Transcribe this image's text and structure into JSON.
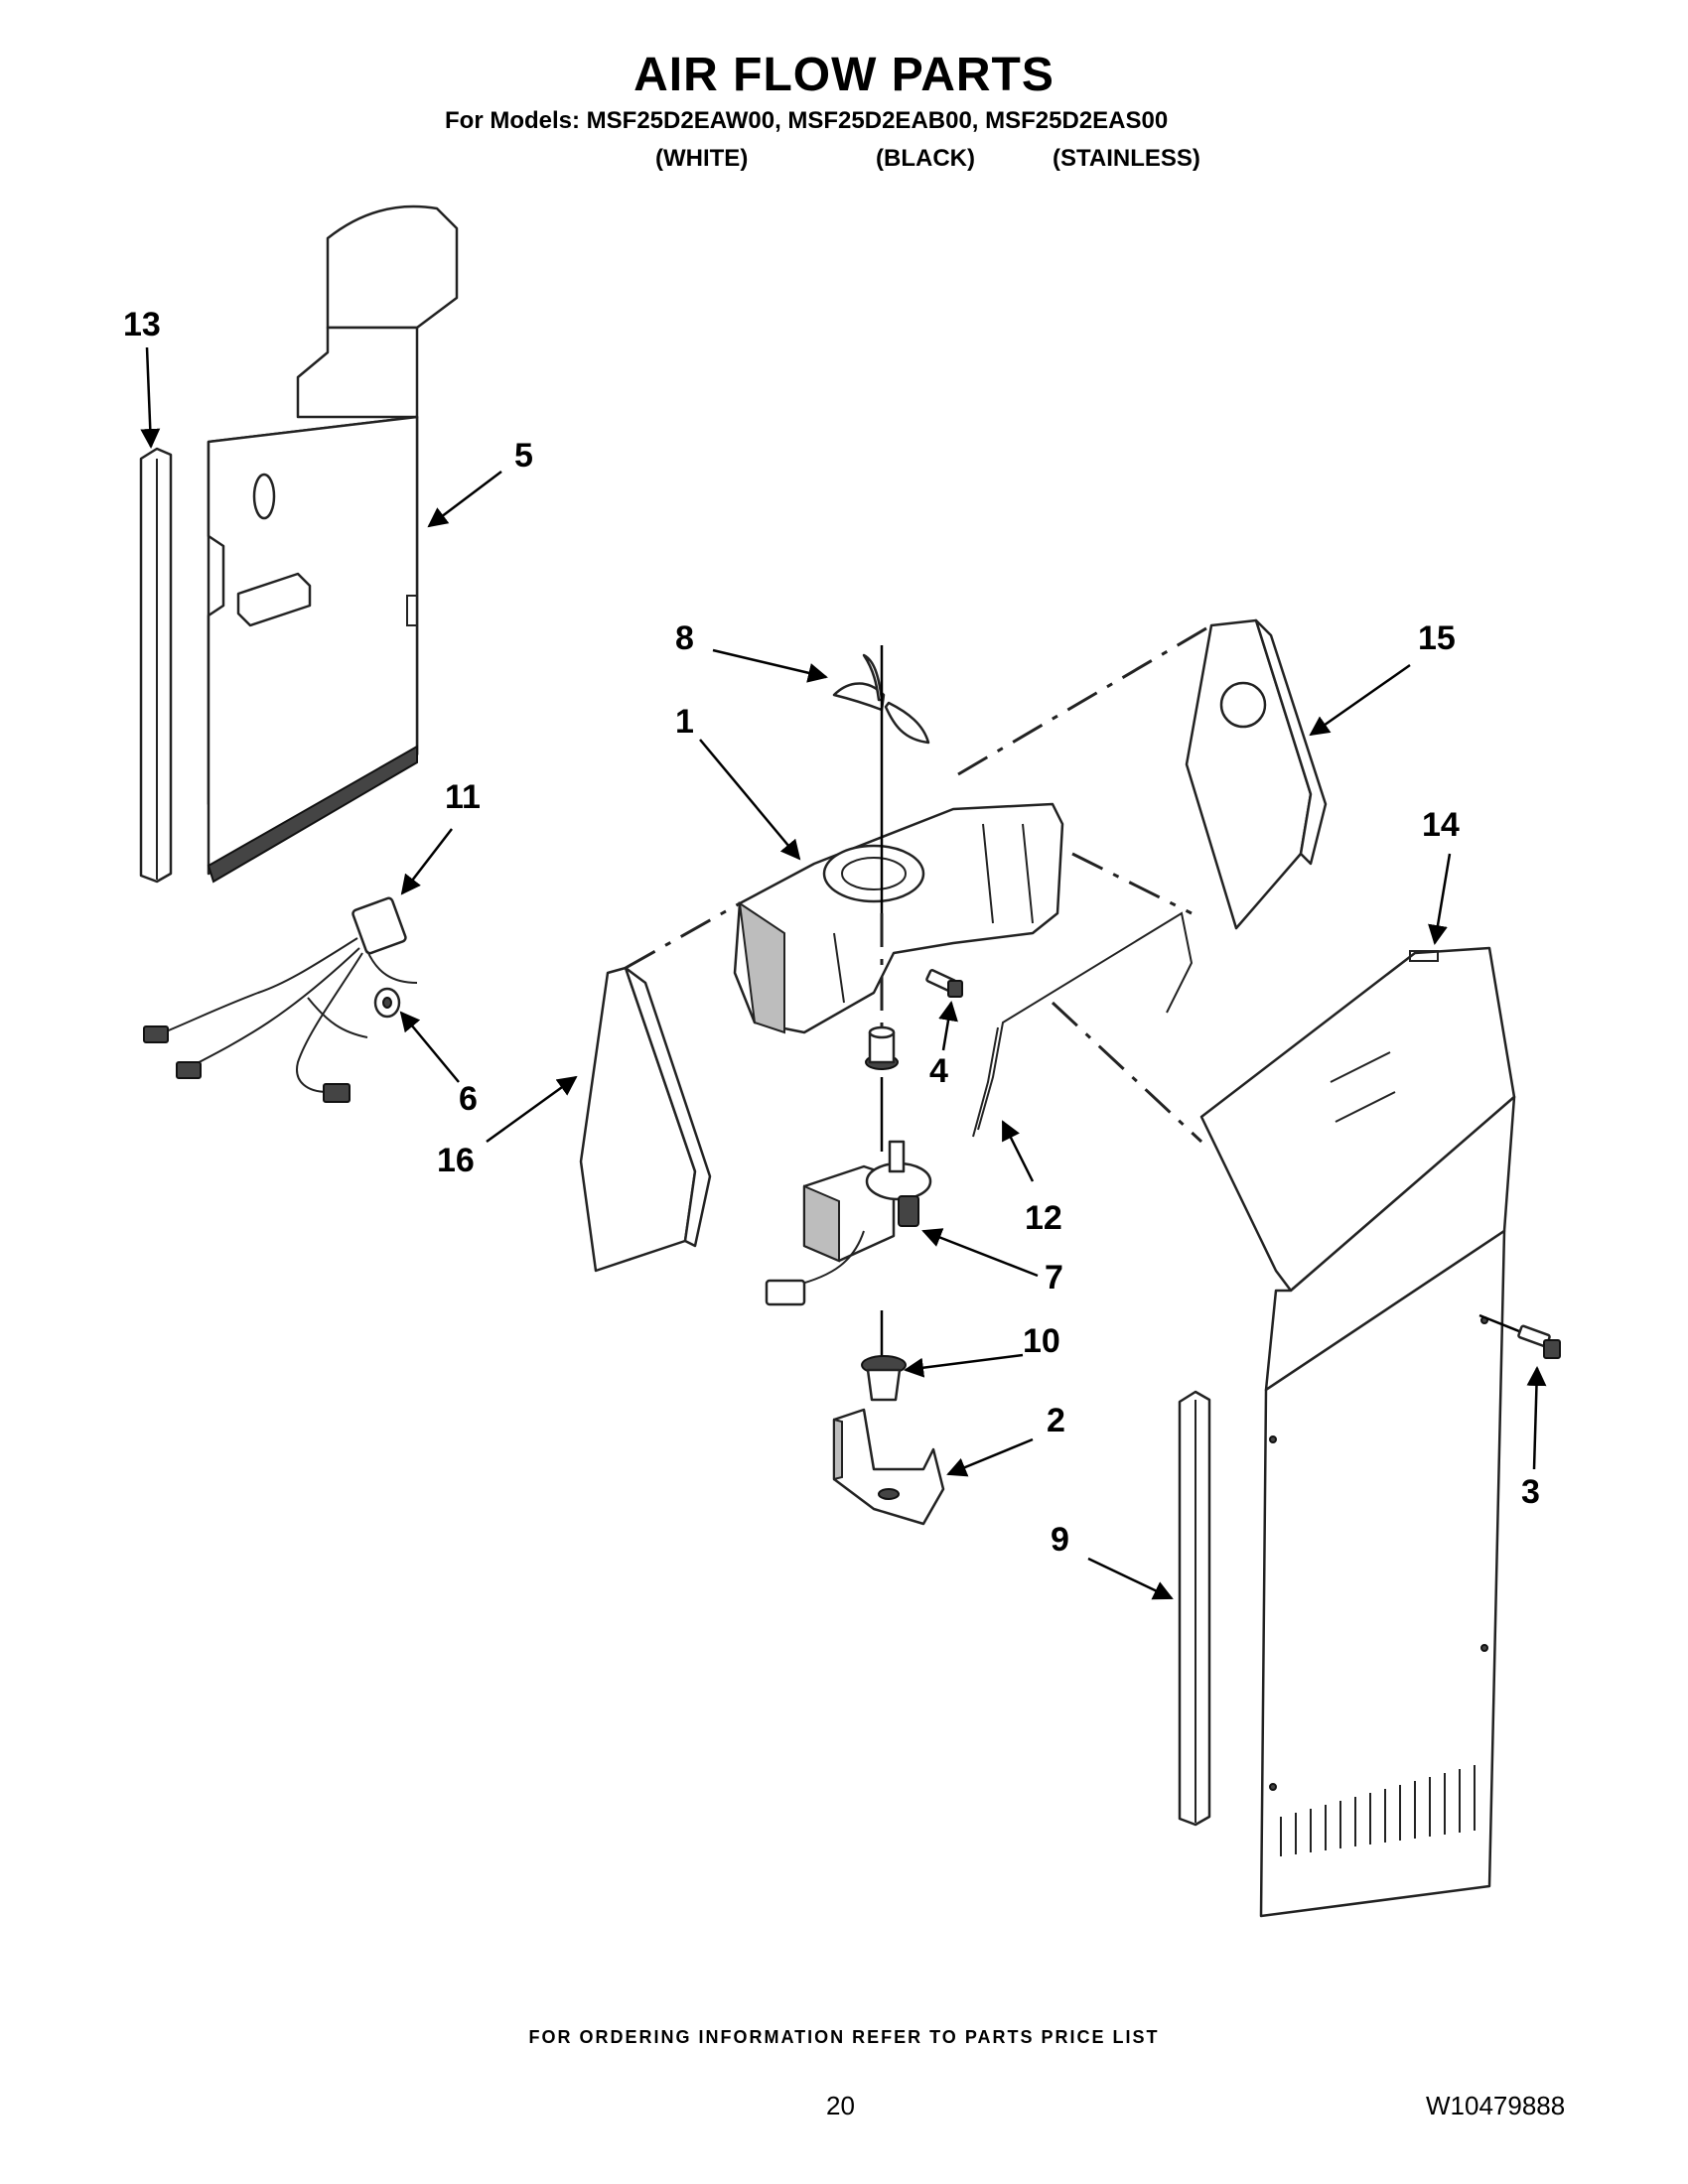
{
  "header": {
    "title": "AIR FLOW PARTS",
    "models_line": "For Models: MSF25D2EAW00, MSF25D2EAB00, MSF25D2EAS00",
    "finishes": [
      "(WHITE)",
      "(BLACK)",
      "(STAINLESS)"
    ]
  },
  "callouts": [
    "1",
    "2",
    "3",
    "4",
    "5",
    "6",
    "7",
    "8",
    "9",
    "10",
    "11",
    "12",
    "13",
    "14",
    "15",
    "16"
  ],
  "footer": {
    "ordering_note": "FOR ORDERING INFORMATION REFER TO PARTS PRICE LIST",
    "page_number": "20",
    "document_number": "W10479888"
  }
}
